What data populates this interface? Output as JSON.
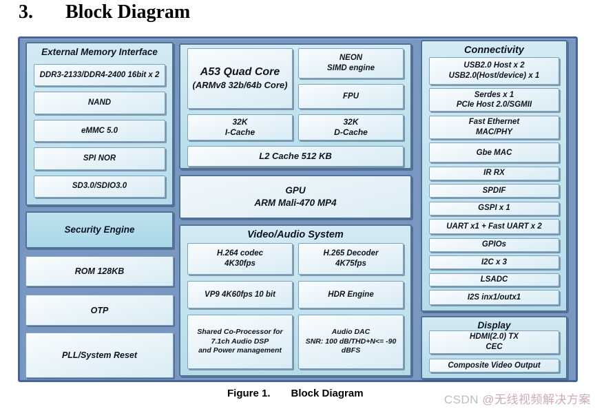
{
  "page": {
    "title_number": "3.",
    "title_text": "Block Diagram",
    "caption_label": "Figure 1.",
    "caption_text": "Block Diagram",
    "watermark_prefix": "CSDN ",
    "watermark_name": "@无线视频解决方案"
  },
  "diagram": {
    "external_memory": {
      "title": "External Memory Interface",
      "items": [
        "DDR3-2133/DDR4-2400 16bit x 2",
        "NAND",
        "eMMC 5.0",
        "SPI NOR",
        "SD3.0/SDIO3.0"
      ]
    },
    "left_blocks": [
      "Security Engine",
      "ROM 128KB",
      "OTP",
      "PLL/System Reset"
    ],
    "cpu": {
      "core_title": "A53 Quad Core",
      "core_subtitle": "(ARMv8 32b/64b Core)",
      "neon": "NEON\nSIMD engine",
      "fpu": "FPU",
      "icache": "32K\nI-Cache",
      "dcache": "32K\nD-Cache",
      "l2": "L2 Cache 512 KB"
    },
    "gpu": "GPU\nARM Mali-470 MP4",
    "video_audio": {
      "title": "Video/Audio System",
      "items": [
        "H.264 codec\n4K30fps",
        "H.265 Decoder\n4K75fps",
        "VP9 4K60fps 10 bit",
        "HDR Engine",
        "Shared Co-Processor for\n7.1ch Audio DSP\nand Power management",
        "Audio DAC\nSNR: 100 dB/THD+N<= -90\ndBFS"
      ]
    },
    "connectivity": {
      "title": "Connectivity",
      "items": [
        "USB2.0 Host x 2\nUSB2.0(Host/device) x 1",
        "Serdes x 1\nPCIe Host 2.0/SGMII",
        "Fast Ethernet\nMAC/PHY",
        "Gbe MAC",
        "IR RX",
        "SPDIF",
        "GSPI x 1",
        "UART x1 + Fast UART x 2",
        "GPIOs",
        "I2C x 3",
        "LSADC",
        "I2S inx1/outx1"
      ]
    },
    "display": {
      "title": "Display",
      "items": [
        "HDMI(2.0) TX\nCEC",
        "Composite Video Output"
      ]
    }
  },
  "colors": {
    "chip_background": "#7a97c1",
    "chip_border": "#45639b",
    "panel_fill": "#c2e2ee",
    "box_fill": "#eaf4fa",
    "accent_box_fill": "#a8d8e8",
    "text": "#0d1420"
  }
}
